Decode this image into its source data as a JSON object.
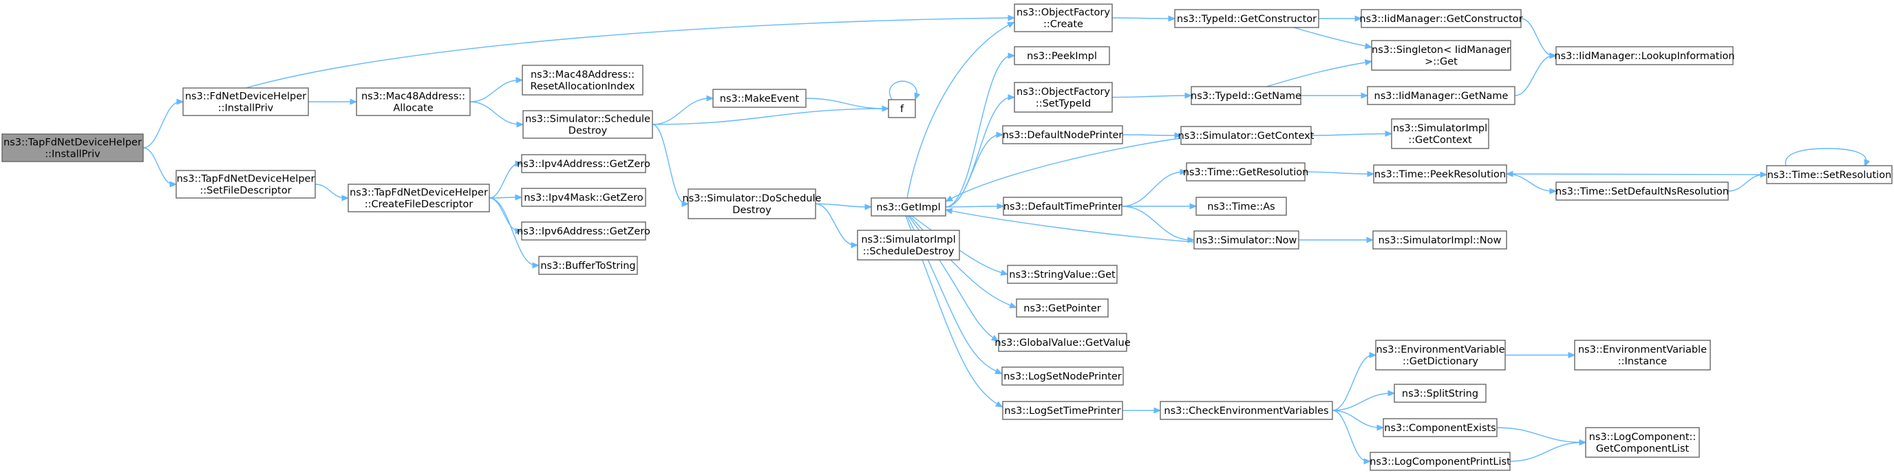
{
  "diagram": {
    "type": "call-graph",
    "colors": {
      "edge": "#63b8ff",
      "node_border": "#666666",
      "root_fill": "#999999",
      "node_fill": "#ffffff"
    },
    "nodes": [
      {
        "id": "root",
        "lines": [
          "ns3::TapFdNetDeviceHelper",
          "::InstallPriv"
        ]
      },
      {
        "id": "fd_install",
        "lines": [
          "ns3::FdNetDeviceHelper",
          "::InstallPriv"
        ]
      },
      {
        "id": "tap_setfd",
        "lines": [
          "ns3::TapFdNetDeviceHelper",
          "::SetFileDescriptor"
        ]
      },
      {
        "id": "objf_create",
        "lines": [
          "ns3::ObjectFactory",
          "::Create"
        ]
      },
      {
        "id": "mac_alloc",
        "lines": [
          "ns3::Mac48Address::",
          "Allocate"
        ]
      },
      {
        "id": "mac_reset",
        "lines": [
          "ns3::Mac48Address::",
          "ResetAllocationIndex"
        ]
      },
      {
        "id": "sim_sched_destroy",
        "lines": [
          "ns3::Simulator::Schedule",
          "Destroy"
        ]
      },
      {
        "id": "tap_createfd",
        "lines": [
          "ns3::TapFdNetDeviceHelper",
          "::CreateFileDescriptor"
        ]
      },
      {
        "id": "ipv4addr_zero",
        "lines": [
          "ns3::Ipv4Address::GetZero"
        ]
      },
      {
        "id": "ipv4mask_zero",
        "lines": [
          "ns3::Ipv4Mask::GetZero"
        ]
      },
      {
        "id": "ipv6addr_zero",
        "lines": [
          "ns3::Ipv6Address::GetZero"
        ]
      },
      {
        "id": "buf2str",
        "lines": [
          "ns3::BufferToString"
        ]
      },
      {
        "id": "makeevent",
        "lines": [
          "ns3::MakeEvent"
        ]
      },
      {
        "id": "f",
        "lines": [
          "f"
        ]
      },
      {
        "id": "sim_do_sched_destroy",
        "lines": [
          "ns3::Simulator::DoSchedule",
          "Destroy"
        ]
      },
      {
        "id": "getimpl",
        "lines": [
          "ns3::GetImpl"
        ]
      },
      {
        "id": "simimpl_sched_destroy",
        "lines": [
          "ns3::SimulatorImpl",
          "::ScheduleDestroy"
        ]
      },
      {
        "id": "peekimpl",
        "lines": [
          "ns3::PeekImpl"
        ]
      },
      {
        "id": "objf_settypeid",
        "lines": [
          "ns3::ObjectFactory",
          "::SetTypeId"
        ]
      },
      {
        "id": "default_node_printer",
        "lines": [
          "ns3::DefaultNodePrinter"
        ]
      },
      {
        "id": "default_time_printer",
        "lines": [
          "ns3::DefaultTimePrinter"
        ]
      },
      {
        "id": "stringvalue_get",
        "lines": [
          "ns3::StringValue::Get"
        ]
      },
      {
        "id": "getpointer",
        "lines": [
          "ns3::GetPointer"
        ]
      },
      {
        "id": "globalvalue_getvalue",
        "lines": [
          "ns3::GlobalValue::GetValue"
        ]
      },
      {
        "id": "logsetnodeprinter",
        "lines": [
          "ns3::LogSetNodePrinter"
        ]
      },
      {
        "id": "logsettimeprinter",
        "lines": [
          "ns3::LogSetTimePrinter"
        ]
      },
      {
        "id": "typeid_getctor",
        "lines": [
          "ns3::TypeId::GetConstructor"
        ]
      },
      {
        "id": "typeid_getname",
        "lines": [
          "ns3::TypeId::GetName"
        ]
      },
      {
        "id": "sim_getcontext",
        "lines": [
          "ns3::Simulator::GetContext"
        ]
      },
      {
        "id": "time_getres",
        "lines": [
          "ns3::Time::GetResolution"
        ]
      },
      {
        "id": "time_as",
        "lines": [
          "ns3::Time::As"
        ]
      },
      {
        "id": "sim_now",
        "lines": [
          "ns3::Simulator::Now"
        ]
      },
      {
        "id": "check_env",
        "lines": [
          "ns3::CheckEnvironmentVariables"
        ]
      },
      {
        "id": "iid_getctor",
        "lines": [
          "ns3::IidManager::GetConstructor"
        ]
      },
      {
        "id": "singleton_get",
        "lines": [
          "ns3::Singleton< IidManager",
          " >::Get"
        ]
      },
      {
        "id": "iid_getname",
        "lines": [
          "ns3::IidManager::GetName"
        ]
      },
      {
        "id": "simimpl_getcontext",
        "lines": [
          "ns3::SimulatorImpl",
          "::GetContext"
        ]
      },
      {
        "id": "time_peekres",
        "lines": [
          "ns3::Time::PeekResolution"
        ]
      },
      {
        "id": "simimpl_now",
        "lines": [
          "ns3::SimulatorImpl::Now"
        ]
      },
      {
        "id": "env_getdict",
        "lines": [
          "ns3::EnvironmentVariable",
          "::GetDictionary"
        ]
      },
      {
        "id": "splitstring",
        "lines": [
          "ns3::SplitString"
        ]
      },
      {
        "id": "component_exists",
        "lines": [
          "ns3::ComponentExists"
        ]
      },
      {
        "id": "logcomp_printlist",
        "lines": [
          "ns3::LogComponentPrintList"
        ]
      },
      {
        "id": "iid_lookupinfo",
        "lines": [
          "ns3::IidManager::LookupInformation"
        ]
      },
      {
        "id": "time_setdefaultns",
        "lines": [
          "ns3::Time::SetDefaultNsResolution"
        ]
      },
      {
        "id": "time_setres",
        "lines": [
          "ns3::Time::SetResolution"
        ]
      },
      {
        "id": "env_instance",
        "lines": [
          "ns3::EnvironmentVariable",
          "::Instance"
        ]
      },
      {
        "id": "logcomp_getlist",
        "lines": [
          "ns3::LogComponent::",
          "GetComponentList"
        ]
      }
    ],
    "edges": [
      [
        "root",
        "fd_install"
      ],
      [
        "root",
        "tap_setfd"
      ],
      [
        "fd_install",
        "objf_create"
      ],
      [
        "fd_install",
        "mac_alloc"
      ],
      [
        "mac_alloc",
        "mac_reset"
      ],
      [
        "mac_alloc",
        "sim_sched_destroy"
      ],
      [
        "sim_sched_destroy",
        "makeevent"
      ],
      [
        "sim_sched_destroy",
        "f"
      ],
      [
        "sim_sched_destroy",
        "sim_do_sched_destroy"
      ],
      [
        "makeevent",
        "f"
      ],
      [
        "f",
        "f"
      ],
      [
        "tap_setfd",
        "tap_createfd"
      ],
      [
        "tap_createfd",
        "ipv4addr_zero"
      ],
      [
        "tap_createfd",
        "ipv4mask_zero"
      ],
      [
        "tap_createfd",
        "ipv6addr_zero"
      ],
      [
        "tap_createfd",
        "buf2str"
      ],
      [
        "sim_do_sched_destroy",
        "getimpl"
      ],
      [
        "sim_do_sched_destroy",
        "simimpl_sched_destroy"
      ],
      [
        "getimpl",
        "objf_create"
      ],
      [
        "getimpl",
        "peekimpl"
      ],
      [
        "getimpl",
        "objf_settypeid"
      ],
      [
        "getimpl",
        "default_node_printer"
      ],
      [
        "getimpl",
        "default_time_printer"
      ],
      [
        "getimpl",
        "stringvalue_get"
      ],
      [
        "getimpl",
        "getpointer"
      ],
      [
        "getimpl",
        "globalvalue_getvalue"
      ],
      [
        "getimpl",
        "logsetnodeprinter"
      ],
      [
        "getimpl",
        "logsettimeprinter"
      ],
      [
        "objf_create",
        "typeid_getctor"
      ],
      [
        "typeid_getctor",
        "iid_getctor"
      ],
      [
        "typeid_getctor",
        "singleton_get"
      ],
      [
        "iid_getctor",
        "iid_lookupinfo"
      ],
      [
        "objf_settypeid",
        "typeid_getname"
      ],
      [
        "typeid_getname",
        "singleton_get"
      ],
      [
        "typeid_getname",
        "iid_getname"
      ],
      [
        "iid_getname",
        "iid_lookupinfo"
      ],
      [
        "default_node_printer",
        "sim_getcontext"
      ],
      [
        "sim_getcontext",
        "getimpl"
      ],
      [
        "sim_getcontext",
        "simimpl_getcontext"
      ],
      [
        "default_time_printer",
        "time_getres"
      ],
      [
        "default_time_printer",
        "time_as"
      ],
      [
        "default_time_printer",
        "sim_now"
      ],
      [
        "time_getres",
        "time_peekres"
      ],
      [
        "time_peekres",
        "time_setdefaultns"
      ],
      [
        "time_setdefaultns",
        "time_setres"
      ],
      [
        "time_setres",
        "time_peekres"
      ],
      [
        "time_setres",
        "time_setres"
      ],
      [
        "sim_now",
        "getimpl"
      ],
      [
        "sim_now",
        "simimpl_now"
      ],
      [
        "logsettimeprinter",
        "check_env"
      ],
      [
        "check_env",
        "env_getdict"
      ],
      [
        "check_env",
        "splitstring"
      ],
      [
        "check_env",
        "component_exists"
      ],
      [
        "check_env",
        "logcomp_printlist"
      ],
      [
        "env_getdict",
        "env_instance"
      ],
      [
        "component_exists",
        "logcomp_getlist"
      ],
      [
        "logcomp_printlist",
        "logcomp_getlist"
      ]
    ]
  }
}
